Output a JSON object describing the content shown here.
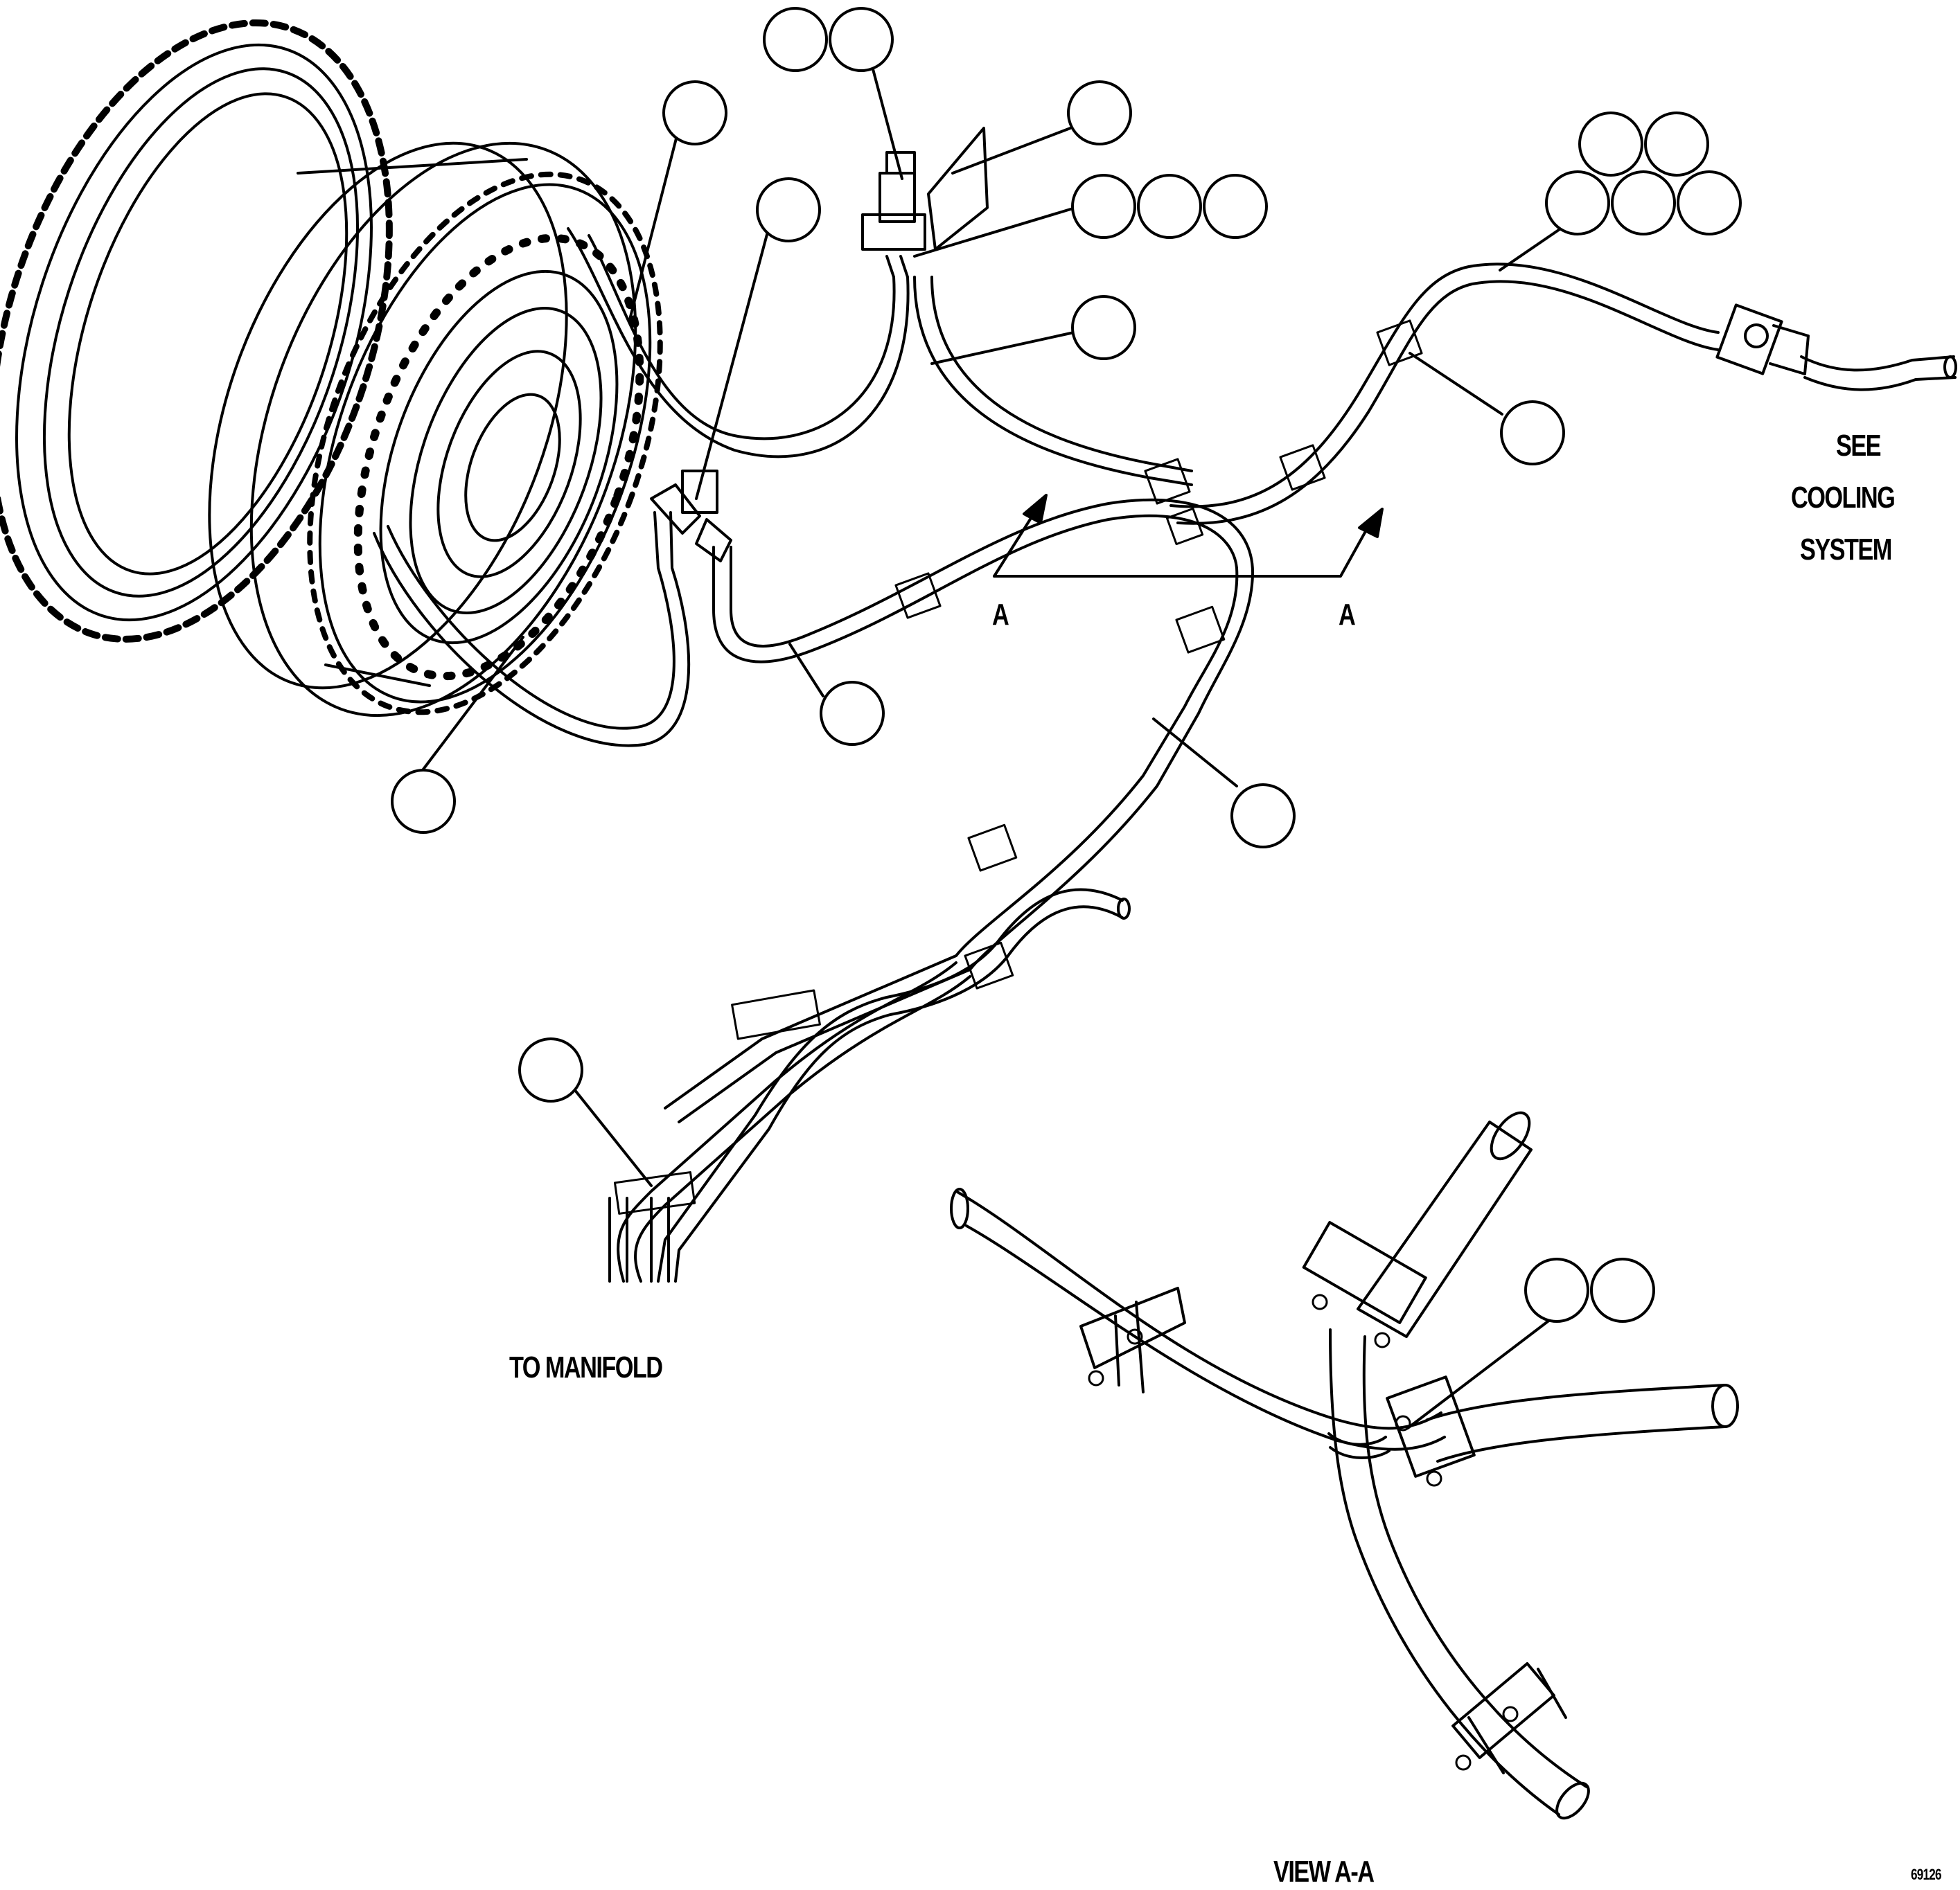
{
  "labels": {
    "view_marker_left": "A",
    "view_marker_right": "A",
    "see_cooling_line1": "SEE",
    "see_cooling_line2": "COOLING",
    "see_cooling_line3": "SYSTEM",
    "to_manifold": "TO MANIFOLD",
    "view_title": "VIEW A-A",
    "drawing_number": "69126"
  },
  "colors": {
    "line": "#000000",
    "background": "#ffffff"
  }
}
